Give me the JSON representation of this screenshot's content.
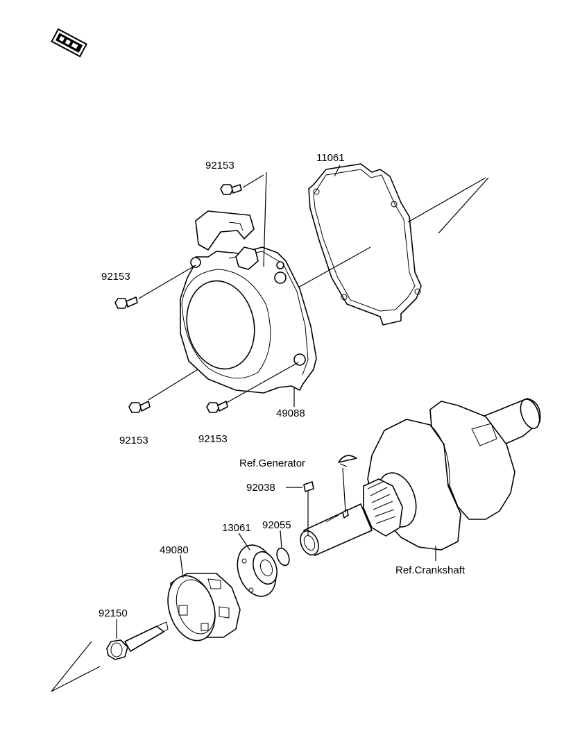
{
  "labels": {
    "p11061": "11061",
    "p92153_top": "92153",
    "p92153_left": "92153",
    "p92153_bl": "92153",
    "p92153_br": "92153",
    "p49088": "49088",
    "ref_generator": "Ref.Generator",
    "p92038": "92038",
    "p13061": "13061",
    "p92055": "92055",
    "p49080": "49080",
    "p92150": "92150",
    "ref_crankshaft": "Ref.Crankshaft"
  },
  "colors": {
    "line": "#000000",
    "background": "#ffffff"
  },
  "icons": {
    "logo": "kawasaki-logo-icon"
  }
}
